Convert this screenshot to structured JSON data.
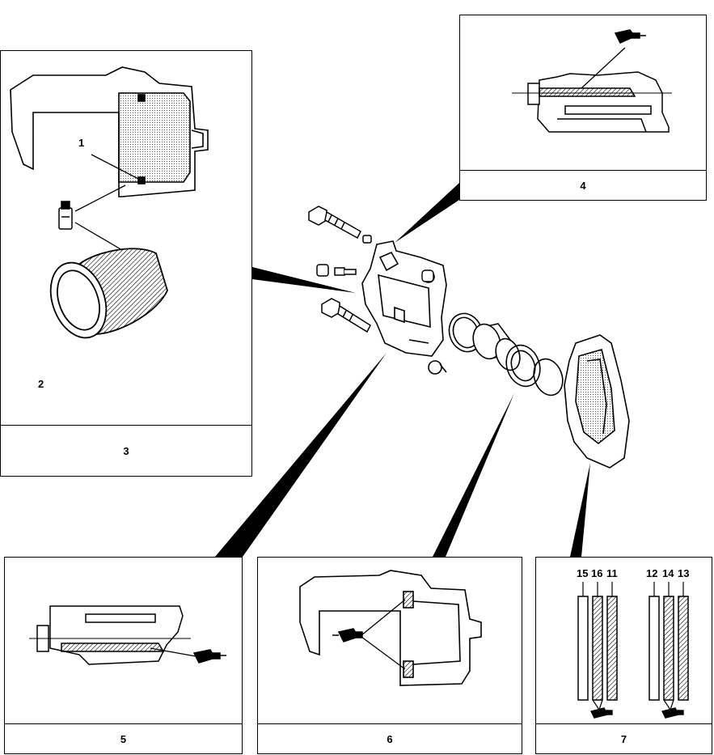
{
  "panels": {
    "p3": {
      "caption": "3",
      "label_1": "1",
      "label_2": "2"
    },
    "p4": {
      "caption": "4"
    },
    "p5": {
      "caption": "5"
    },
    "p6": {
      "caption": "6"
    },
    "p7": {
      "caption": "7",
      "pad_labels_left": [
        "15",
        "16",
        "11"
      ],
      "pad_labels_right": [
        "12",
        "14",
        "13"
      ]
    }
  },
  "colors": {
    "ink": "#000000",
    "paper": "#ffffff",
    "shade": "#9a9a9a"
  },
  "icons": [
    "grease-tube-icon",
    "grease-bottle-icon"
  ]
}
